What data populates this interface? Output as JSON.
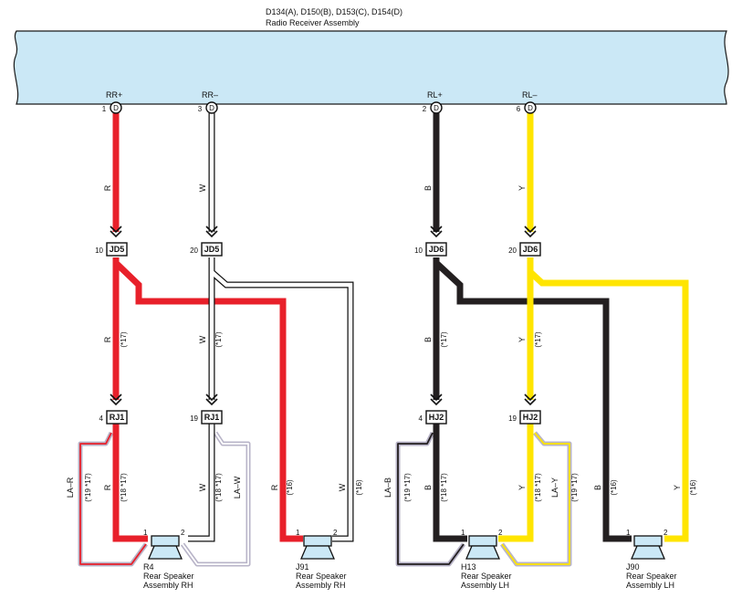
{
  "header": {
    "codes": "D134(A), D150(B), D153(C), D154(D)",
    "name": "Radio Receiver Assembly"
  },
  "colors": {
    "assembly_fill": "#cbe8f6",
    "assembly_stroke": "#1a1a1a",
    "red": "#e8202a",
    "black": "#231f20",
    "yellow": "#ffe500",
    "white": "#ffffff",
    "shield": "#b8b4c8"
  },
  "terminals": {
    "rr_plus": {
      "num": "1",
      "letter": "D",
      "label": "RR+"
    },
    "rr_minus": {
      "num": "3",
      "letter": "D",
      "label": "RR–"
    },
    "rl_plus": {
      "num": "2",
      "letter": "D",
      "label": "RL+"
    },
    "rl_minus": {
      "num": "6",
      "letter": "D",
      "label": "RL–"
    }
  },
  "connectors": {
    "jd5_a": {
      "pin": "10",
      "name": "JD5"
    },
    "jd5_b": {
      "pin": "20",
      "name": "JD5"
    },
    "jd6_a": {
      "pin": "10",
      "name": "JD6"
    },
    "jd6_b": {
      "pin": "20",
      "name": "JD6"
    },
    "rj1_a": {
      "pin": "4",
      "name": "RJ1"
    },
    "rj1_b": {
      "pin": "19",
      "name": "RJ1"
    },
    "hj2_a": {
      "pin": "4",
      "name": "HJ2"
    },
    "hj2_b": {
      "pin": "19",
      "name": "HJ2"
    }
  },
  "wires": {
    "r": "R",
    "w": "W",
    "b": "B",
    "y": "Y",
    "la_r": "LA–R",
    "la_w": "LA–W",
    "la_b": "LA–B",
    "la_y": "LA–Y",
    "n17": "(*17)",
    "n16": "(*16)",
    "n18_17": "(*18 *17)",
    "n19_17": "(*19 *17)"
  },
  "speakers": {
    "r4": {
      "code": "R4",
      "line1": "Rear Speaker",
      "line2": "Assembly RH",
      "pin1": "1",
      "pin2": "2"
    },
    "j91": {
      "code": "J91",
      "line1": "Rear Speaker",
      "line2": "Assembly RH",
      "pin1": "1",
      "pin2": "2"
    },
    "h13": {
      "code": "H13",
      "line1": "Rear Speaker",
      "line2": "Assembly LH",
      "pin1": "1",
      "pin2": "2"
    },
    "j90": {
      "code": "J90",
      "line1": "Rear Speaker",
      "line2": "Assembly LH",
      "pin1": "1",
      "pin2": "2"
    }
  }
}
